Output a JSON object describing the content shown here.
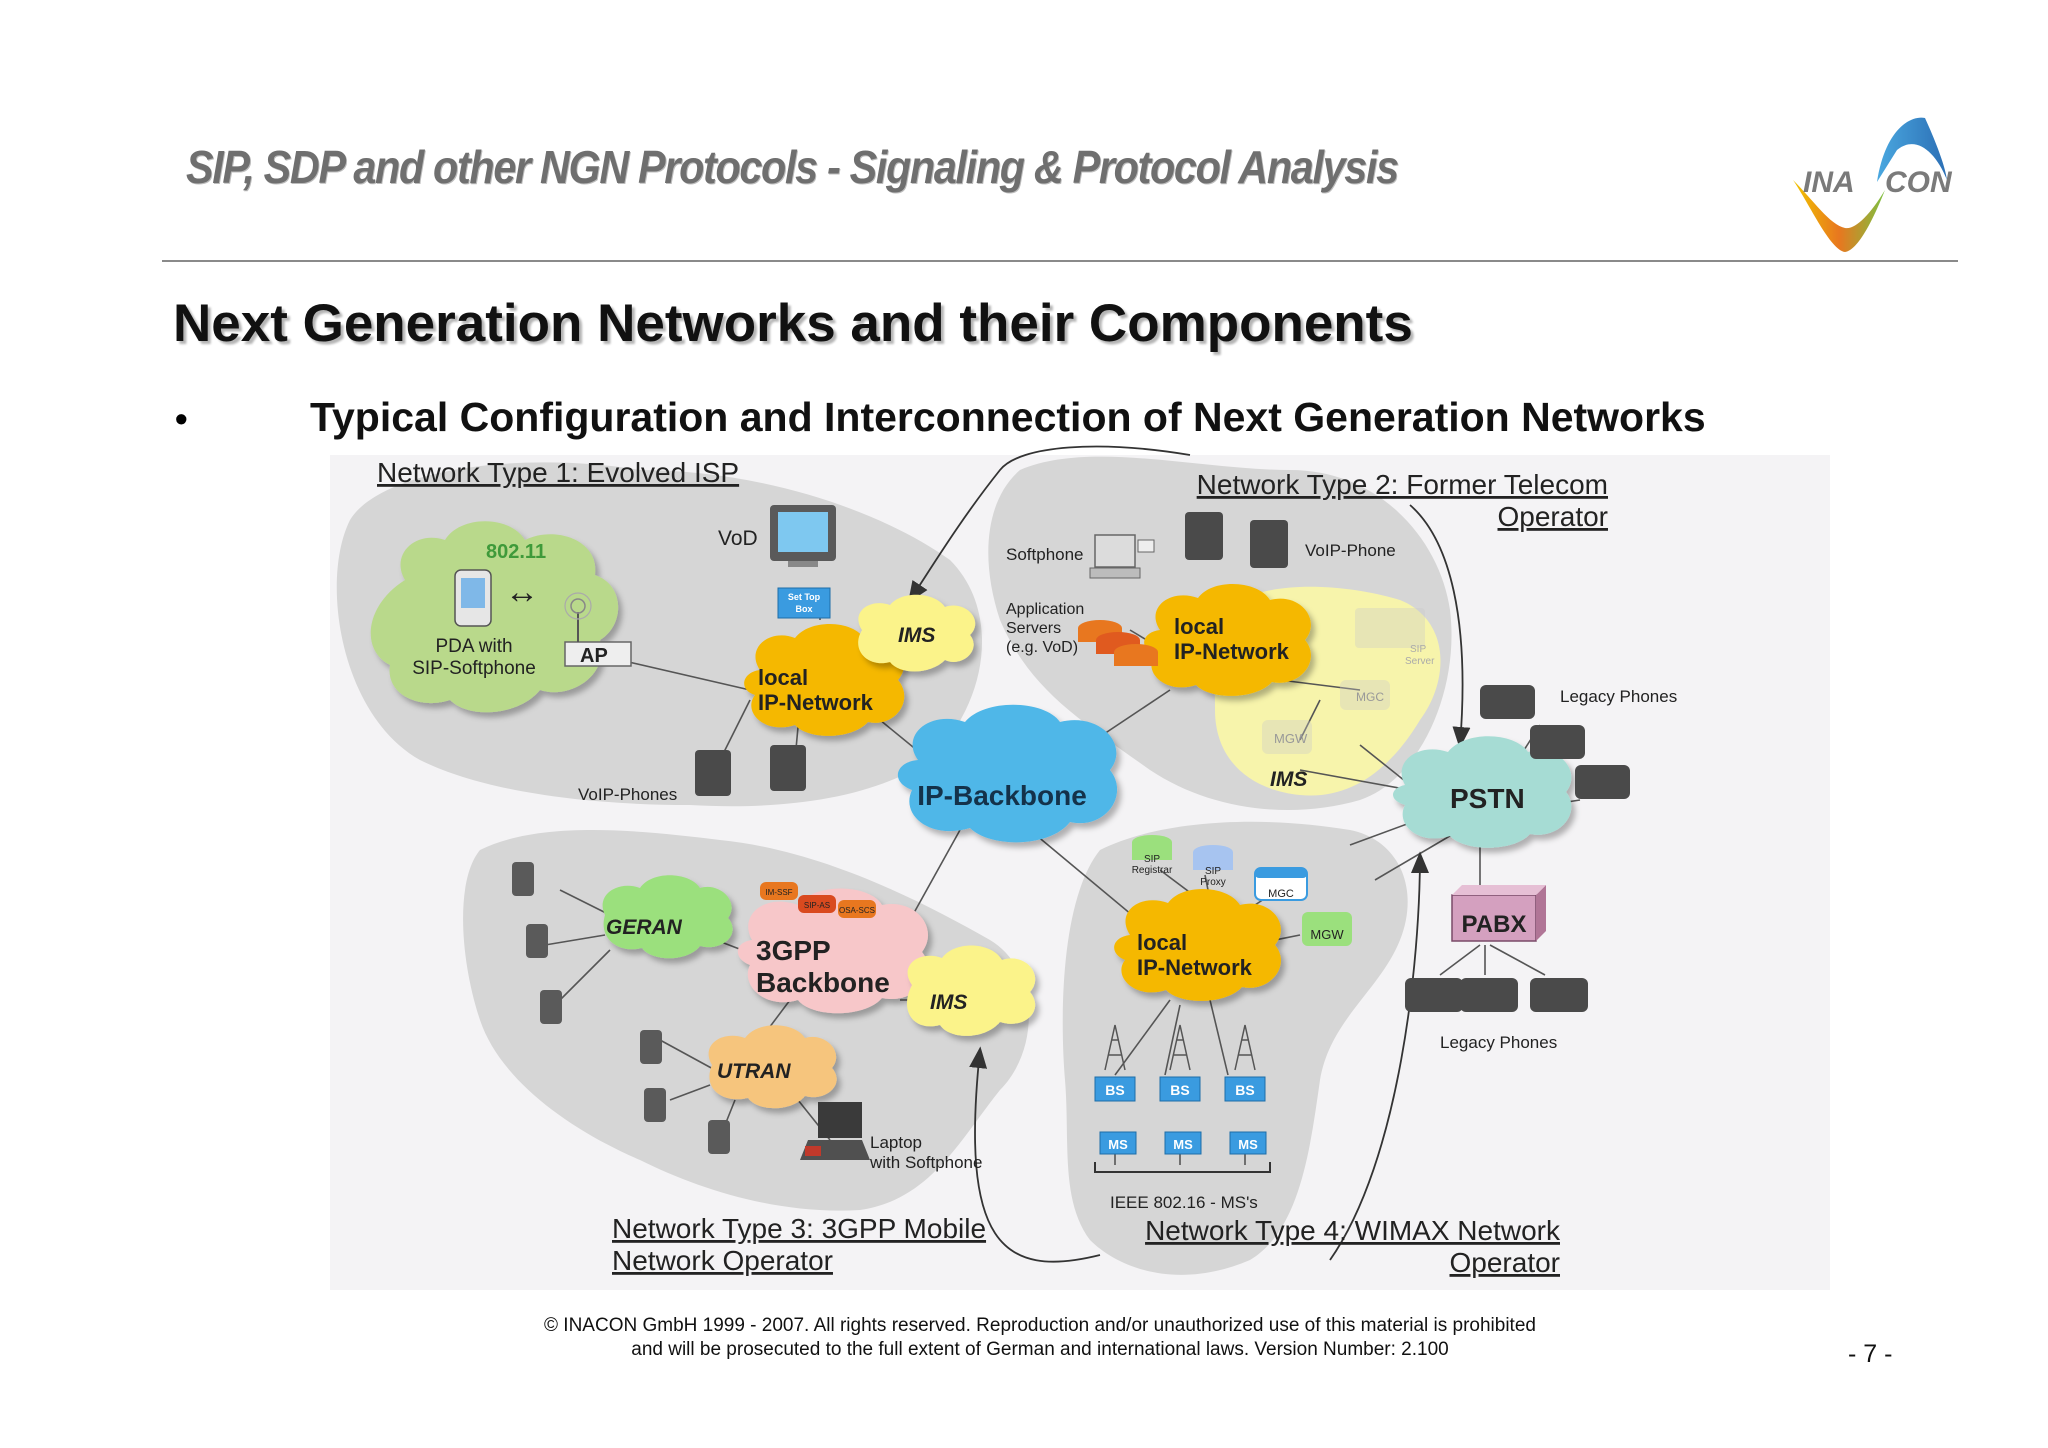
{
  "header": {
    "title": "SIP, SDP and other NGN Protocols - Signaling & Protocol Analysis",
    "logo_text": [
      "INA",
      "CON"
    ]
  },
  "slide": {
    "title": "Next Generation Networks and their Components",
    "bullet": "•",
    "subtitle": "Typical Configuration and Interconnection of Next Generation Networks"
  },
  "diagram": {
    "network1": {
      "title": "Network Type 1: Evolved ISP",
      "wlan": "802.11",
      "pda": [
        "PDA with",
        "SIP-Softphone"
      ],
      "ap": "AP",
      "vod": "VoD",
      "settop": [
        "Set Top",
        "Box"
      ],
      "ims": "IMS",
      "local_ip": [
        "local",
        "IP-Network"
      ],
      "voip_phones": "VoIP-Phones"
    },
    "network2": {
      "title": [
        "Network Type 2: Former Telecom",
        "Operator"
      ],
      "softphone": "Softphone",
      "voip_phone": "VoIP-Phone",
      "app_servers": [
        "Application",
        "Servers",
        "(e.g. VoD)"
      ],
      "local_ip": [
        "local",
        "IP-Network"
      ],
      "sip_server": [
        "SIP",
        "Server"
      ],
      "mgc": "MGC",
      "mgw": "MGW",
      "ims": "IMS"
    },
    "backbone": "IP-Backbone",
    "pstn": "PSTN",
    "legacy_phones_top": "Legacy Phones",
    "pabx": "PABX",
    "legacy_phones_bottom": "Legacy Phones",
    "network3": {
      "title": [
        "Network Type 3: 3GPP Mobile",
        "Network Operator"
      ],
      "geran": "GERAN",
      "utran": "UTRAN",
      "backbone": [
        "3GPP",
        "Backbone"
      ],
      "ims": "IMS",
      "servers": [
        "IM-SSF",
        "SIP-AS",
        "OSA-SCS"
      ],
      "laptop": [
        "Laptop",
        "with Softphone"
      ]
    },
    "network4": {
      "title": [
        "Network Type 4: WIMAX Network",
        "Operator"
      ],
      "sip_registrar": [
        "SIP",
        "Registrar"
      ],
      "sip_proxy": [
        "SIP",
        "Proxy"
      ],
      "mgc": "MGC",
      "mgw": "MGW",
      "local_ip": [
        "local",
        "IP-Network"
      ],
      "bs": "BS",
      "ms": "MS",
      "ieee": "IEEE 802.16 - MS's"
    }
  },
  "footer": {
    "line1": "© INACON GmbH 1999 - 2007.  All rights reserved. Reproduction and/or unauthorized use of this material is prohibited",
    "line2": "and will be prosecuted to the full extent of German and international laws. Version Number: 2.100",
    "page": "- 7 -"
  },
  "colors": {
    "region": "#d5d5d5",
    "wlan_cloud": "#b9d98b",
    "local_ip_cloud": "#f5b800",
    "ims_cloud": "#fbf38a",
    "backbone_cloud": "#4fb7e8",
    "pstn_cloud": "#a6dcd4",
    "gpp_cloud": "#f7c7c9",
    "access_cloud": "#9be07d",
    "utran_cloud": "#f6c57d",
    "pabx": "#d4a0bf",
    "device_blue": "#3a9be0"
  }
}
